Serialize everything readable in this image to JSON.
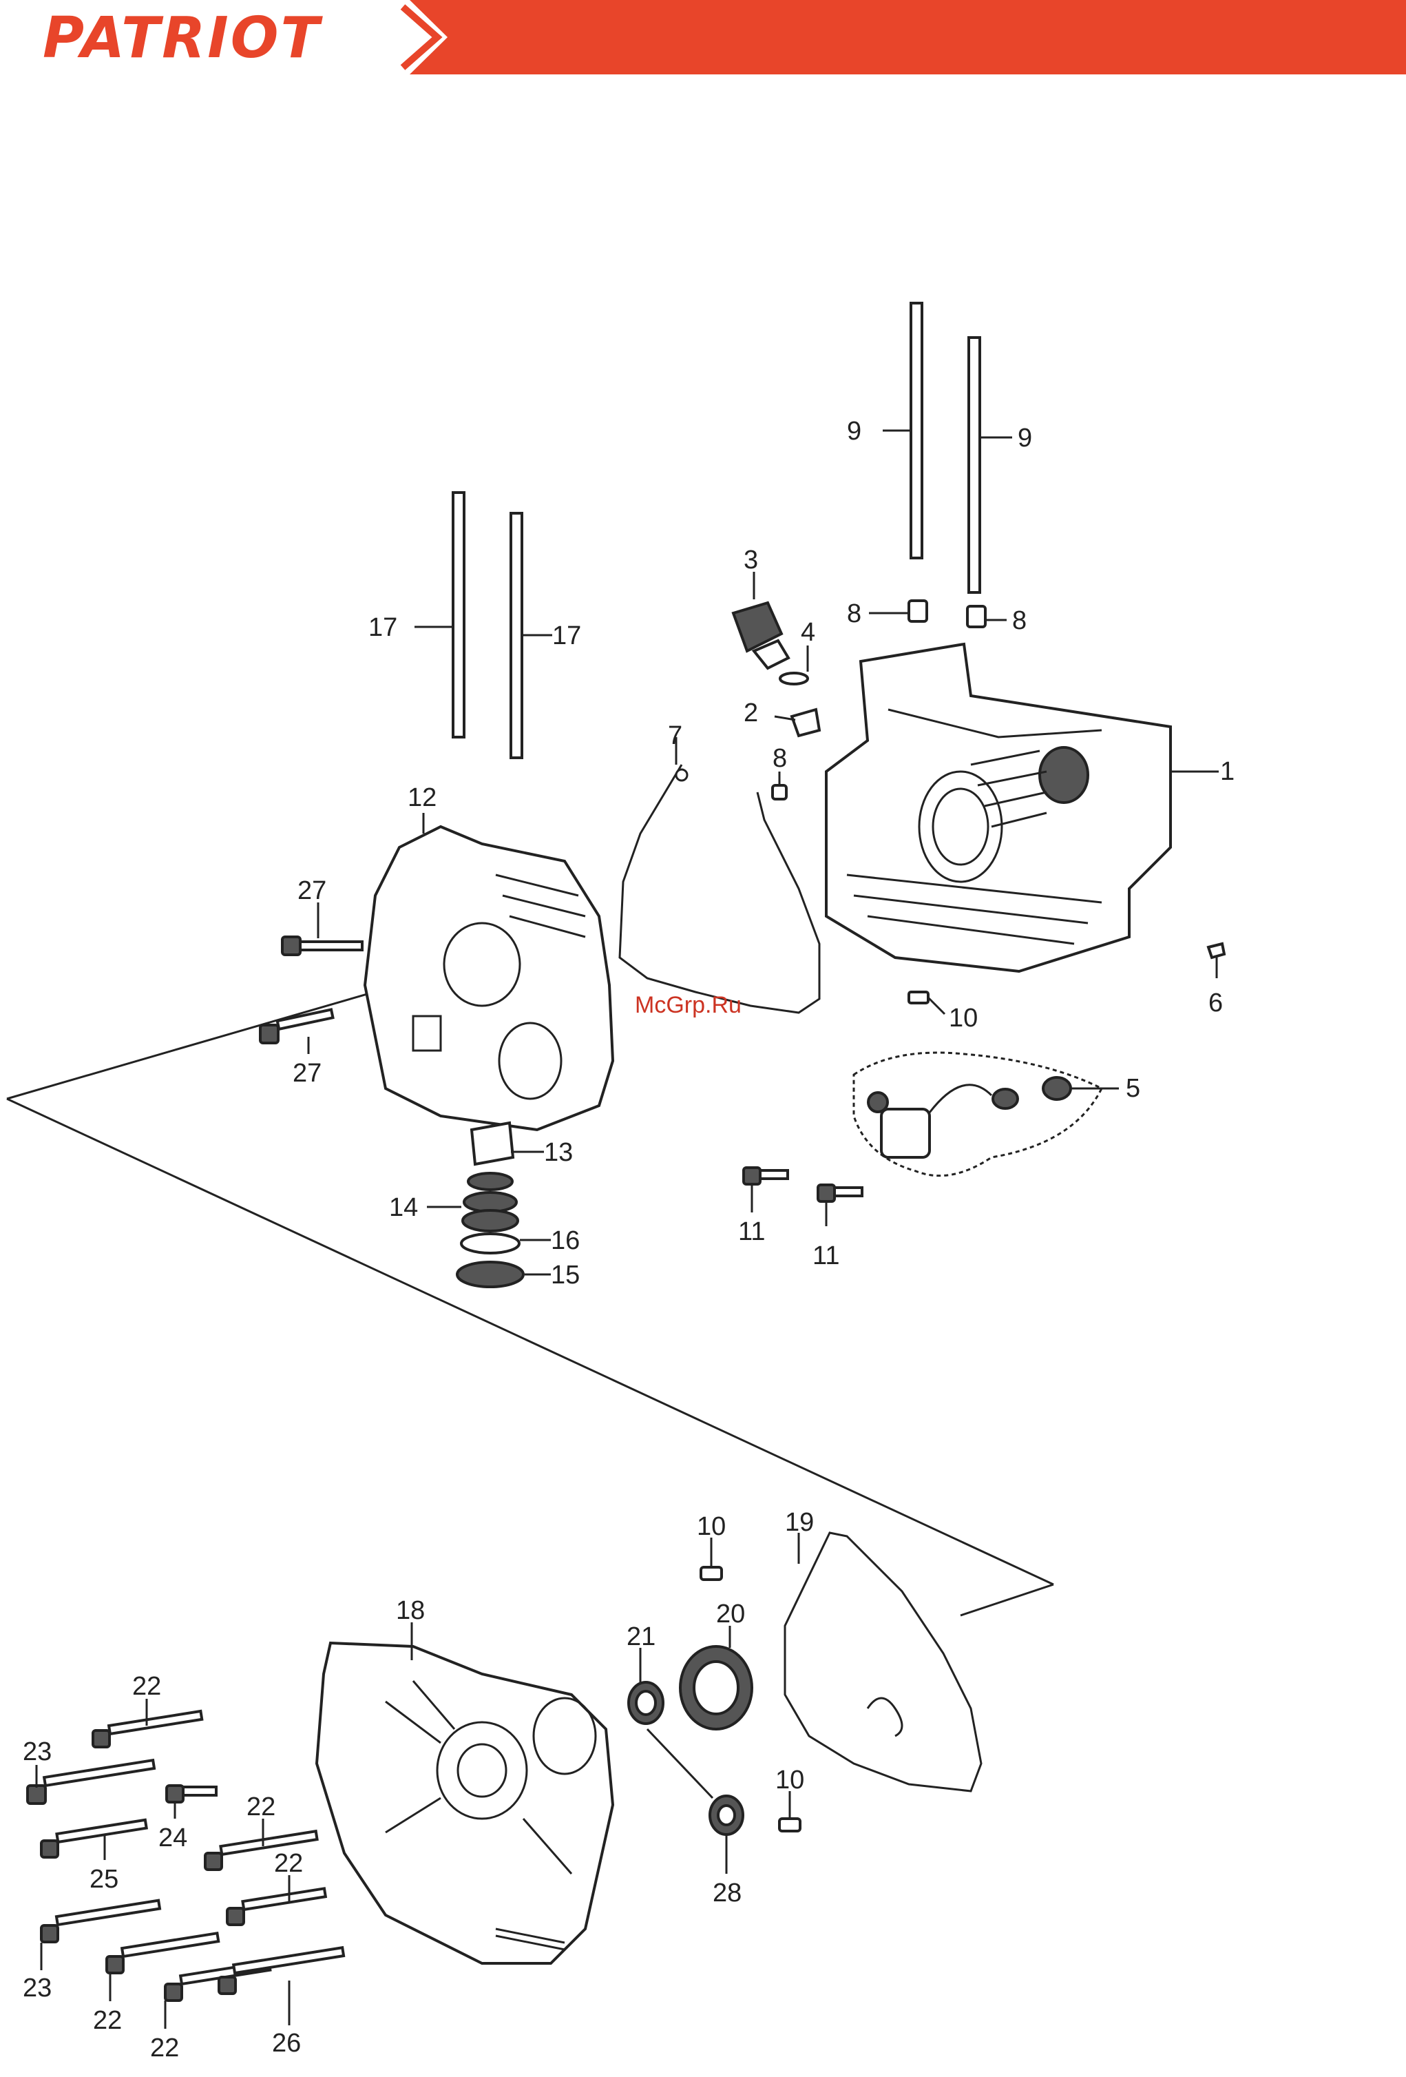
{
  "brand": {
    "name": "PATRIOT",
    "color": "#e8452a"
  },
  "watermark": "McGrp.Ru",
  "callouts": {
    "c1": "1",
    "c2": "2",
    "c3": "3",
    "c4": "4",
    "c5": "5",
    "c6": "6",
    "c7": "7",
    "c8a": "8",
    "c8b": "8",
    "c8c": "8",
    "c9a": "9",
    "c9b": "9",
    "c10a": "10",
    "c10b": "10",
    "c10c": "10",
    "c11a": "11",
    "c11b": "11",
    "c12": "12",
    "c13": "13",
    "c14": "14",
    "c15": "15",
    "c16": "16",
    "c17a": "17",
    "c17b": "17",
    "c18": "18",
    "c19": "19",
    "c20": "20",
    "c21": "21",
    "c22a": "22",
    "c22b": "22",
    "c22c": "22",
    "c22d": "22",
    "c22e": "22",
    "c23a": "23",
    "c23b": "23",
    "c24": "24",
    "c25": "25",
    "c26": "26",
    "c27a": "27",
    "c27b": "27",
    "c28": "28"
  }
}
